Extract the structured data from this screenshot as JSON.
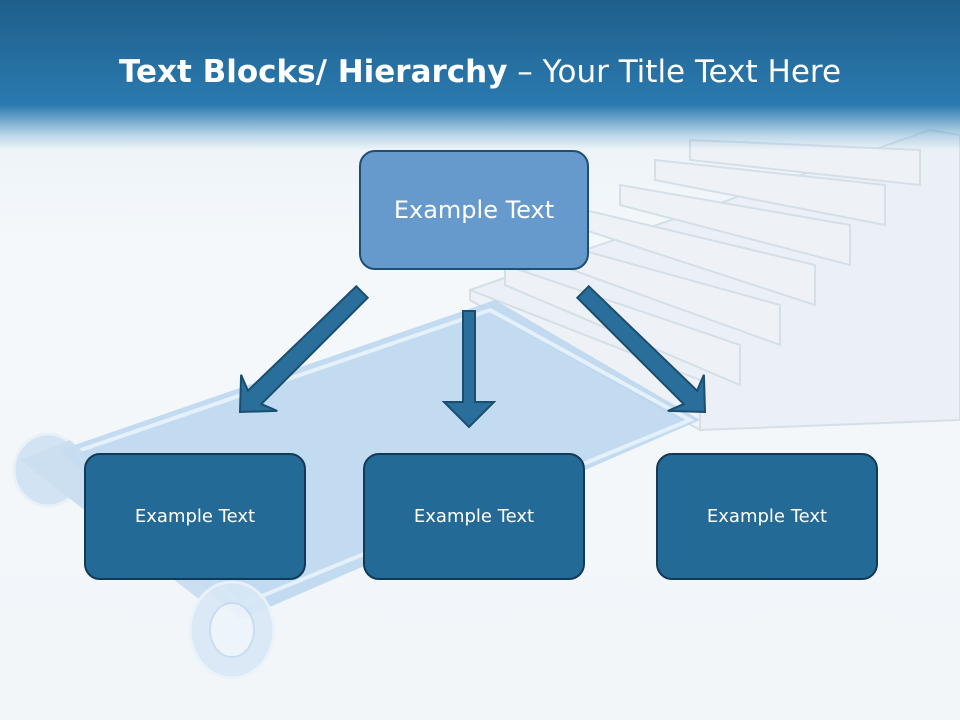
{
  "slide": {
    "title_bold": "Text Blocks/ Hierarchy",
    "title_rest": " – Your Title Text Here"
  },
  "hierarchy": {
    "top": {
      "label": "Example Text"
    },
    "children": [
      {
        "label": "Example Text"
      },
      {
        "label": "Example Text"
      },
      {
        "label": "Example Text"
      }
    ]
  },
  "colors": {
    "header": "#1f5f8b",
    "top_box": "#6699cc",
    "child_box": "#246a96",
    "arrow": "#2a6f9c"
  }
}
